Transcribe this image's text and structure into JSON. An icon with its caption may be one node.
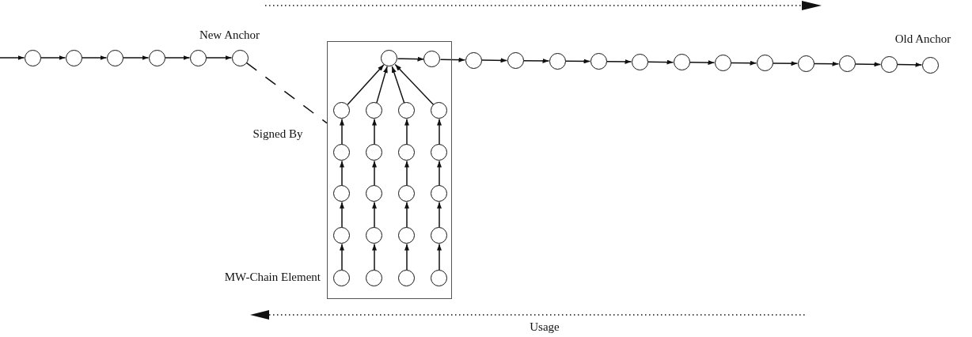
{
  "diagram": {
    "nodes": [
      {
        "text": [],
        "shape": "circle"
      },
      {
        "text": [],
        "shape": "circle"
      },
      {
        "text": [],
        "shape": "circle"
      },
      {
        "text": [],
        "shape": "circle"
      },
      {
        "text": [],
        "shape": "circle"
      },
      {
        "text": [],
        "shape": "circle",
        "beside": [
          "New Anchor"
        ]
      },
      {
        "text": [],
        "shape": "box"
      },
      {
        "text": [],
        "shape": "circle",
        "in": 6
      },
      {
        "text": [],
        "shape": "circle",
        "in": 6
      },
      {
        "text": [],
        "shape": "circle"
      },
      {
        "text": [],
        "shape": "circle"
      },
      {
        "text": [],
        "shape": "circle"
      },
      {
        "text": [],
        "shape": "circle"
      },
      {
        "text": [],
        "shape": "circle"
      },
      {
        "text": [],
        "shape": "circle"
      },
      {
        "text": [],
        "shape": "circle"
      },
      {
        "text": [],
        "shape": "circle"
      },
      {
        "text": [],
        "shape": "circle"
      },
      {
        "text": [],
        "shape": "circle"
      },
      {
        "text": [],
        "shape": "circle"
      },
      {
        "text": [],
        "shape": "circle",
        "beside": [
          "Old Anchor"
        ]
      },
      {
        "text": [],
        "shape": "circle",
        "in": 6
      },
      {
        "text": [],
        "shape": "circle",
        "in": 6
      },
      {
        "text": [],
        "shape": "circle",
        "in": 6
      },
      {
        "text": [],
        "shape": "circle",
        "in": 6
      },
      {
        "text": [],
        "shape": "circle",
        "in": 6
      },
      {
        "text": [],
        "shape": "circle",
        "in": 6
      },
      {
        "text": [],
        "shape": "circle",
        "in": 6
      },
      {
        "text": [],
        "shape": "circle",
        "in": 6
      },
      {
        "text": [],
        "shape": "circle",
        "in": 6
      },
      {
        "text": [],
        "shape": "circle",
        "in": 6
      },
      {
        "text": [],
        "shape": "circle",
        "in": 6
      },
      {
        "text": [],
        "shape": "circle",
        "in": 6
      },
      {
        "text": [],
        "shape": "circle",
        "in": 6
      },
      {
        "text": [],
        "shape": "circle",
        "in": 6
      },
      {
        "text": [],
        "shape": "circle",
        "in": 6
      },
      {
        "text": [],
        "shape": "circle",
        "in": 6
      },
      {
        "text": [],
        "shape": "circle",
        "in": 6
      },
      {
        "text": [],
        "shape": "circle",
        "in": 6
      },
      {
        "text": [],
        "shape": "circle",
        "in": 6
      },
      {
        "text": [],
        "shape": "circle",
        "in": 6
      }
    ],
    "edges": [
      {
        "from": null,
        "to": 0,
        "arrow": "to"
      },
      {
        "from": 0,
        "to": 1,
        "arrow": "to"
      },
      {
        "from": 1,
        "to": 2,
        "arrow": "to"
      },
      {
        "from": 2,
        "to": 3,
        "arrow": "to"
      },
      {
        "from": 3,
        "to": 4,
        "arrow": "to"
      },
      {
        "from": 4,
        "to": 5,
        "arrow": "to"
      },
      {
        "from": 5,
        "to": 6,
        "arrow": "none",
        "style": "dashed",
        "label": "Signed By"
      },
      {
        "from": 7,
        "to": 8,
        "arrow": "to"
      },
      {
        "from": 8,
        "to": 9,
        "arrow": "to"
      },
      {
        "from": 9,
        "to": 10,
        "arrow": "to"
      },
      {
        "from": 10,
        "to": 11,
        "arrow": "to"
      },
      {
        "from": 11,
        "to": 12,
        "arrow": "to"
      },
      {
        "from": 12,
        "to": 13,
        "arrow": "to"
      },
      {
        "from": 13,
        "to": 14,
        "arrow": "to"
      },
      {
        "from": 14,
        "to": 15,
        "arrow": "to"
      },
      {
        "from": 15,
        "to": 16,
        "arrow": "to"
      },
      {
        "from": 16,
        "to": 17,
        "arrow": "to"
      },
      {
        "from": 17,
        "to": 18,
        "arrow": "to"
      },
      {
        "from": 18,
        "to": 19,
        "arrow": "to"
      },
      {
        "from": 19,
        "to": 20,
        "arrow": "to"
      },
      {
        "from": 21,
        "to": 7,
        "arrow": "to"
      },
      {
        "from": 22,
        "to": 7,
        "arrow": "to"
      },
      {
        "from": 23,
        "to": 7,
        "arrow": "to"
      },
      {
        "from": 24,
        "to": 7,
        "arrow": "to"
      },
      {
        "from": 25,
        "to": 21,
        "arrow": "to"
      },
      {
        "from": 26,
        "to": 22,
        "arrow": "to"
      },
      {
        "from": 27,
        "to": 23,
        "arrow": "to"
      },
      {
        "from": 28,
        "to": 24,
        "arrow": "to"
      },
      {
        "from": 29,
        "to": 25,
        "arrow": "to"
      },
      {
        "from": 30,
        "to": 26,
        "arrow": "to"
      },
      {
        "from": 31,
        "to": 27,
        "arrow": "to"
      },
      {
        "from": 32,
        "to": 28,
        "arrow": "to"
      },
      {
        "from": 33,
        "to": 29,
        "arrow": "to"
      },
      {
        "from": 34,
        "to": 30,
        "arrow": "to"
      },
      {
        "from": 35,
        "to": 31,
        "arrow": "to"
      },
      {
        "from": 36,
        "to": 32,
        "arrow": "to"
      },
      {
        "from": 37,
        "to": 33,
        "arrow": "to"
      },
      {
        "from": 38,
        "to": 34,
        "arrow": "to"
      },
      {
        "from": 39,
        "to": 35,
        "arrow": "to"
      },
      {
        "from": 40,
        "to": 36,
        "arrow": "to"
      }
    ],
    "labels": [
      "MW-Chain Element",
      "Usage"
    ]
  }
}
